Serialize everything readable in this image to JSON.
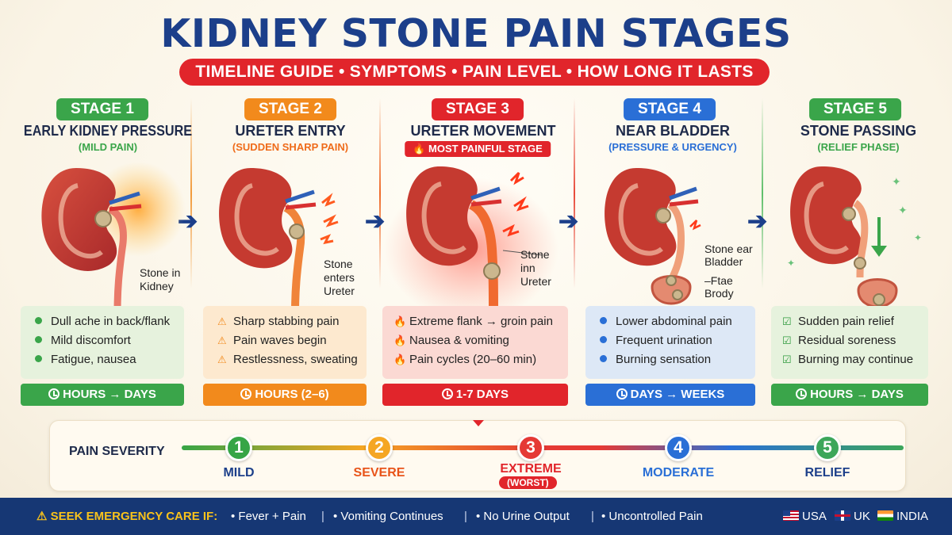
{
  "title": "KIDNEY STONE PAIN STAGES",
  "subtitle": "TIMELINE GUIDE • SYMPTOMS • PAIN LEVEL • HOW LONG IT LASTS",
  "colors": {
    "green": "#3aa54a",
    "orange": "#f28a1c",
    "red": "#e1252b",
    "blue": "#2a6fd6",
    "navy": "#163774"
  },
  "stages": [
    {
      "badge": "STAGE 1",
      "name": "EARLY KIDNEY PRESSURE",
      "sub": "(MILD PAIN)",
      "label_line1": "Stone in",
      "label_line2": "Kidney",
      "label_line3": "",
      "symptoms": [
        "Dull ache in back/flank",
        "Mild discomfort",
        "Fatigue, nausea"
      ],
      "duration": "HOURS → DAYS"
    },
    {
      "badge": "STAGE 2",
      "name": "URETER ENTRY",
      "sub": "(SUDDEN SHARP PAIN)",
      "label_line1": "Stone",
      "label_line2": "enters",
      "label_line3": "Ureter",
      "symptoms": [
        "Sharp stabbing pain",
        "Pain waves begin",
        "Restlessness, sweating"
      ],
      "duration": "HOURS (2–6)"
    },
    {
      "badge": "STAGE 3",
      "name": "URETER MOVEMENT",
      "sub": "🔥 MOST PAINFUL STAGE",
      "label_line1": "Stone",
      "label_line2": "inn",
      "label_line3": "Ureter",
      "symptoms": [
        "Extreme flank → groin pain",
        "Nausea & vomiting",
        "Pain cycles (20–60 min)"
      ],
      "duration": "1-7 DAYS"
    },
    {
      "badge": "STAGE 4",
      "name": "NEAR BLADDER",
      "sub": "(PRESSURE & URGENCY)",
      "label_line1": "Stone ear",
      "label_line2": "Bladder",
      "label_line3": "–Ftae",
      "label_line4": "Brody",
      "symptoms": [
        "Lower abdominal pain",
        "Frequent urination",
        "Burning sensation"
      ],
      "duration": "DAYS → WEEKS"
    },
    {
      "badge": "STAGE 5",
      "name": "STONE PASSING",
      "sub": "(RELIEF PHASE)",
      "symptoms": [
        "Sudden pain relief",
        "Residual soreness",
        "Burning may continue"
      ],
      "duration": "HOURS → DAYS"
    }
  ],
  "severity": {
    "title": "PAIN SEVERITY",
    "levels": [
      {
        "num": "1",
        "label": "MILD"
      },
      {
        "num": "2",
        "label": "SEVERE"
      },
      {
        "num": "3",
        "label": "EXTREME",
        "note": "(WORST)"
      },
      {
        "num": "4",
        "label": "MODERATE"
      },
      {
        "num": "5",
        "label": "RELIEF"
      }
    ]
  },
  "footer": {
    "warning": "⚠ SEEK EMERGENCY CARE IF:",
    "items": [
      "• Fever + Pain",
      "• Vomiting Continues",
      "• No Urine Output",
      "• Uncontrolled Pain"
    ],
    "separator": "|",
    "regions": [
      "USA",
      "UK",
      "INDIA"
    ]
  }
}
